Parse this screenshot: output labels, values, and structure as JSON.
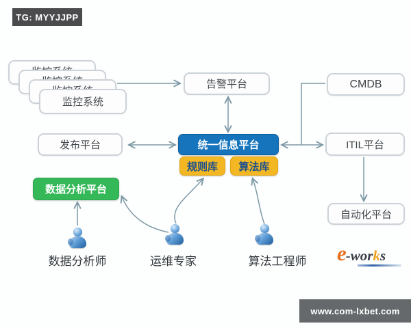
{
  "header": {
    "tg_badge": "TG: MYYJJPP"
  },
  "diagram": {
    "monitor_stack": {
      "label": "监控系统"
    },
    "nodes": {
      "alert_platform": "告警平台",
      "cmdb": "CMDB",
      "publish_platform": "发布平台",
      "unified_info_platform": "统一信息平台",
      "rule_library": "规则库",
      "algorithm_library": "算法库",
      "itil_platform": "ITIL平台",
      "automation_platform": "自动化平台",
      "data_analytics_platform": "数据分析平台"
    },
    "actors": {
      "data_analyst": "数据分析师",
      "ops_expert": "运维专家",
      "algorithm_engineer": "算法工程师"
    }
  },
  "logo": {
    "e": "e",
    "hyphen": "-",
    "wor": "wor",
    "k": "k",
    "s": "s"
  },
  "footer": {
    "site_url": "www.com-lxbet.com"
  },
  "colors": {
    "unified_blue": "#1574bc",
    "library_yellow": "#f2b722",
    "analytics_green": "#35b857",
    "arrow_gray": "#7e99a6",
    "badge_gray": "#4b4b4d",
    "footer_gray": "#66696b",
    "logo_orange": "#e4701e"
  }
}
